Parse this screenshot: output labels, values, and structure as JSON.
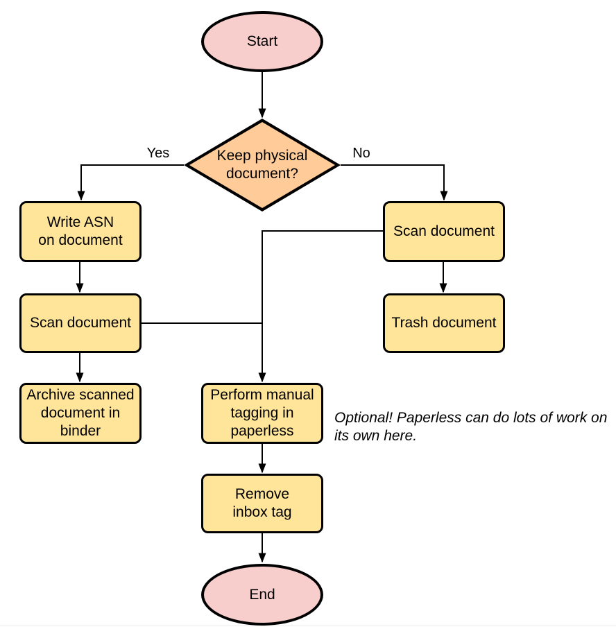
{
  "diagram": {
    "type": "flowchart",
    "nodes": {
      "start": {
        "label": "Start",
        "shape": "terminator"
      },
      "decision": {
        "label": "Keep physical\ndocument?",
        "shape": "decision"
      },
      "write_asn": {
        "label": "Write ASN\non document",
        "shape": "process"
      },
      "scan_left": {
        "label": "Scan document",
        "shape": "process"
      },
      "archive": {
        "label": "Archive scanned\ndocument in\nbinder",
        "shape": "process"
      },
      "scan_right": {
        "label": "Scan document",
        "shape": "process"
      },
      "trash": {
        "label": "Trash document",
        "shape": "process"
      },
      "tagging": {
        "label": "Perform manual\ntagging in\npaperless",
        "shape": "process"
      },
      "remove_inbox": {
        "label": "Remove\ninbox tag",
        "shape": "process"
      },
      "end": {
        "label": "End",
        "shape": "terminator"
      }
    },
    "edge_labels": {
      "yes": "Yes",
      "no": "No"
    },
    "edges": [
      {
        "from": "start",
        "to": "decision"
      },
      {
        "from": "decision",
        "to": "write_asn",
        "label": "Yes"
      },
      {
        "from": "decision",
        "to": "scan_right",
        "label": "No"
      },
      {
        "from": "write_asn",
        "to": "scan_left"
      },
      {
        "from": "scan_left",
        "to": "archive"
      },
      {
        "from": "scan_left",
        "to": "tagging"
      },
      {
        "from": "scan_right",
        "to": "trash"
      },
      {
        "from": "scan_right",
        "to": "tagging"
      },
      {
        "from": "tagging",
        "to": "remove_inbox"
      },
      {
        "from": "remove_inbox",
        "to": "end"
      }
    ],
    "annotation": "Optional! Paperless can do lots of work on\nits own here.",
    "colors": {
      "terminator_fill": "#F8CECC",
      "decision_fill": "#FFCC99",
      "process_fill": "#FFE599",
      "stroke": "#000000",
      "background": "#FFFFFF"
    }
  }
}
